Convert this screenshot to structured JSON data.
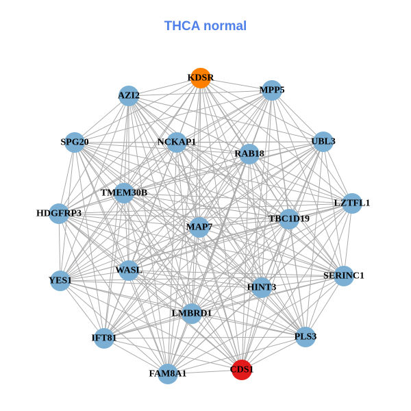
{
  "title": "THCA normal",
  "colors": {
    "default_node": "#7bafd4",
    "highlight_orange": "#ff7f00",
    "highlight_red": "#e31a1c",
    "edge": "#aaaaaa",
    "title": "#4f7fe8"
  },
  "nodes": [
    {
      "id": "KDSR",
      "color": "#ff7f00"
    },
    {
      "id": "MPP5",
      "color": "#7bafd4"
    },
    {
      "id": "AZI2",
      "color": "#7bafd4"
    },
    {
      "id": "UBL3",
      "color": "#7bafd4"
    },
    {
      "id": "SPG20",
      "color": "#7bafd4"
    },
    {
      "id": "NCKAP1",
      "color": "#7bafd4"
    },
    {
      "id": "RAB18",
      "color": "#7bafd4"
    },
    {
      "id": "TMEM30B",
      "color": "#7bafd4"
    },
    {
      "id": "LZTFL1",
      "color": "#7bafd4"
    },
    {
      "id": "HDGFRP3",
      "color": "#7bafd4"
    },
    {
      "id": "TBC1D19",
      "color": "#7bafd4"
    },
    {
      "id": "MAP7",
      "color": "#7bafd4"
    },
    {
      "id": "WASL",
      "color": "#7bafd4"
    },
    {
      "id": "YES1",
      "color": "#7bafd4"
    },
    {
      "id": "SERINC1",
      "color": "#7bafd4"
    },
    {
      "id": "HINT3",
      "color": "#7bafd4"
    },
    {
      "id": "LMBRD1",
      "color": "#7bafd4"
    },
    {
      "id": "IFT81",
      "color": "#7bafd4"
    },
    {
      "id": "PLS3",
      "color": "#7bafd4"
    },
    {
      "id": "FAM8A1",
      "color": "#7bafd4"
    },
    {
      "id": "CDS1",
      "color": "#e31a1c"
    }
  ],
  "edges": "all-pairs"
}
